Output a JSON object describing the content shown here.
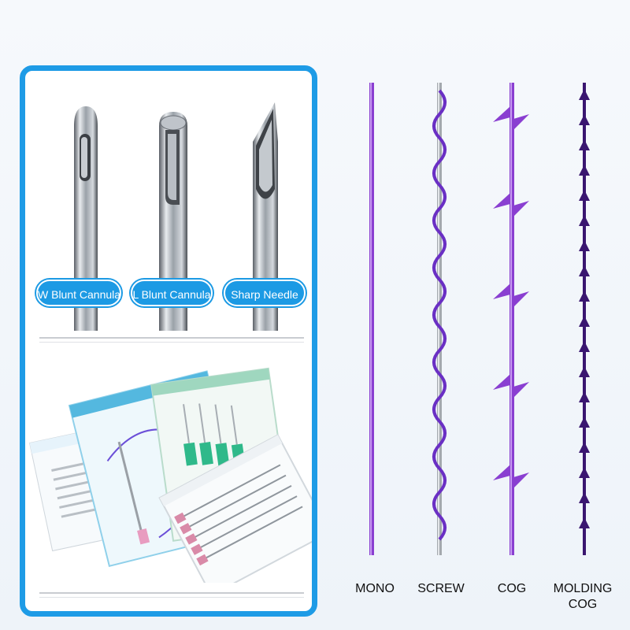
{
  "needles": [
    {
      "label": "W Blunt Cannula",
      "icon": "w-blunt-cannula-needle-icon"
    },
    {
      "label": "L Blunt Cannula",
      "icon": "l-blunt-cannula-needle-icon"
    },
    {
      "label": "Sharp Needle",
      "icon": "sharp-needle-icon"
    }
  ],
  "threads": [
    {
      "label": "MONO",
      "icon": "mono-thread-icon"
    },
    {
      "label": "SCREW",
      "icon": "screw-thread-icon"
    },
    {
      "label": "COG",
      "icon": "cog-thread-icon"
    },
    {
      "label_line1": "MOLDING",
      "label_line2": "COG",
      "icon": "molding-cog-thread-icon"
    }
  ],
  "colors": {
    "accent": "#1e9be6",
    "thread_purple": "#8a3fd1",
    "thread_dark_purple": "#3a1670"
  }
}
